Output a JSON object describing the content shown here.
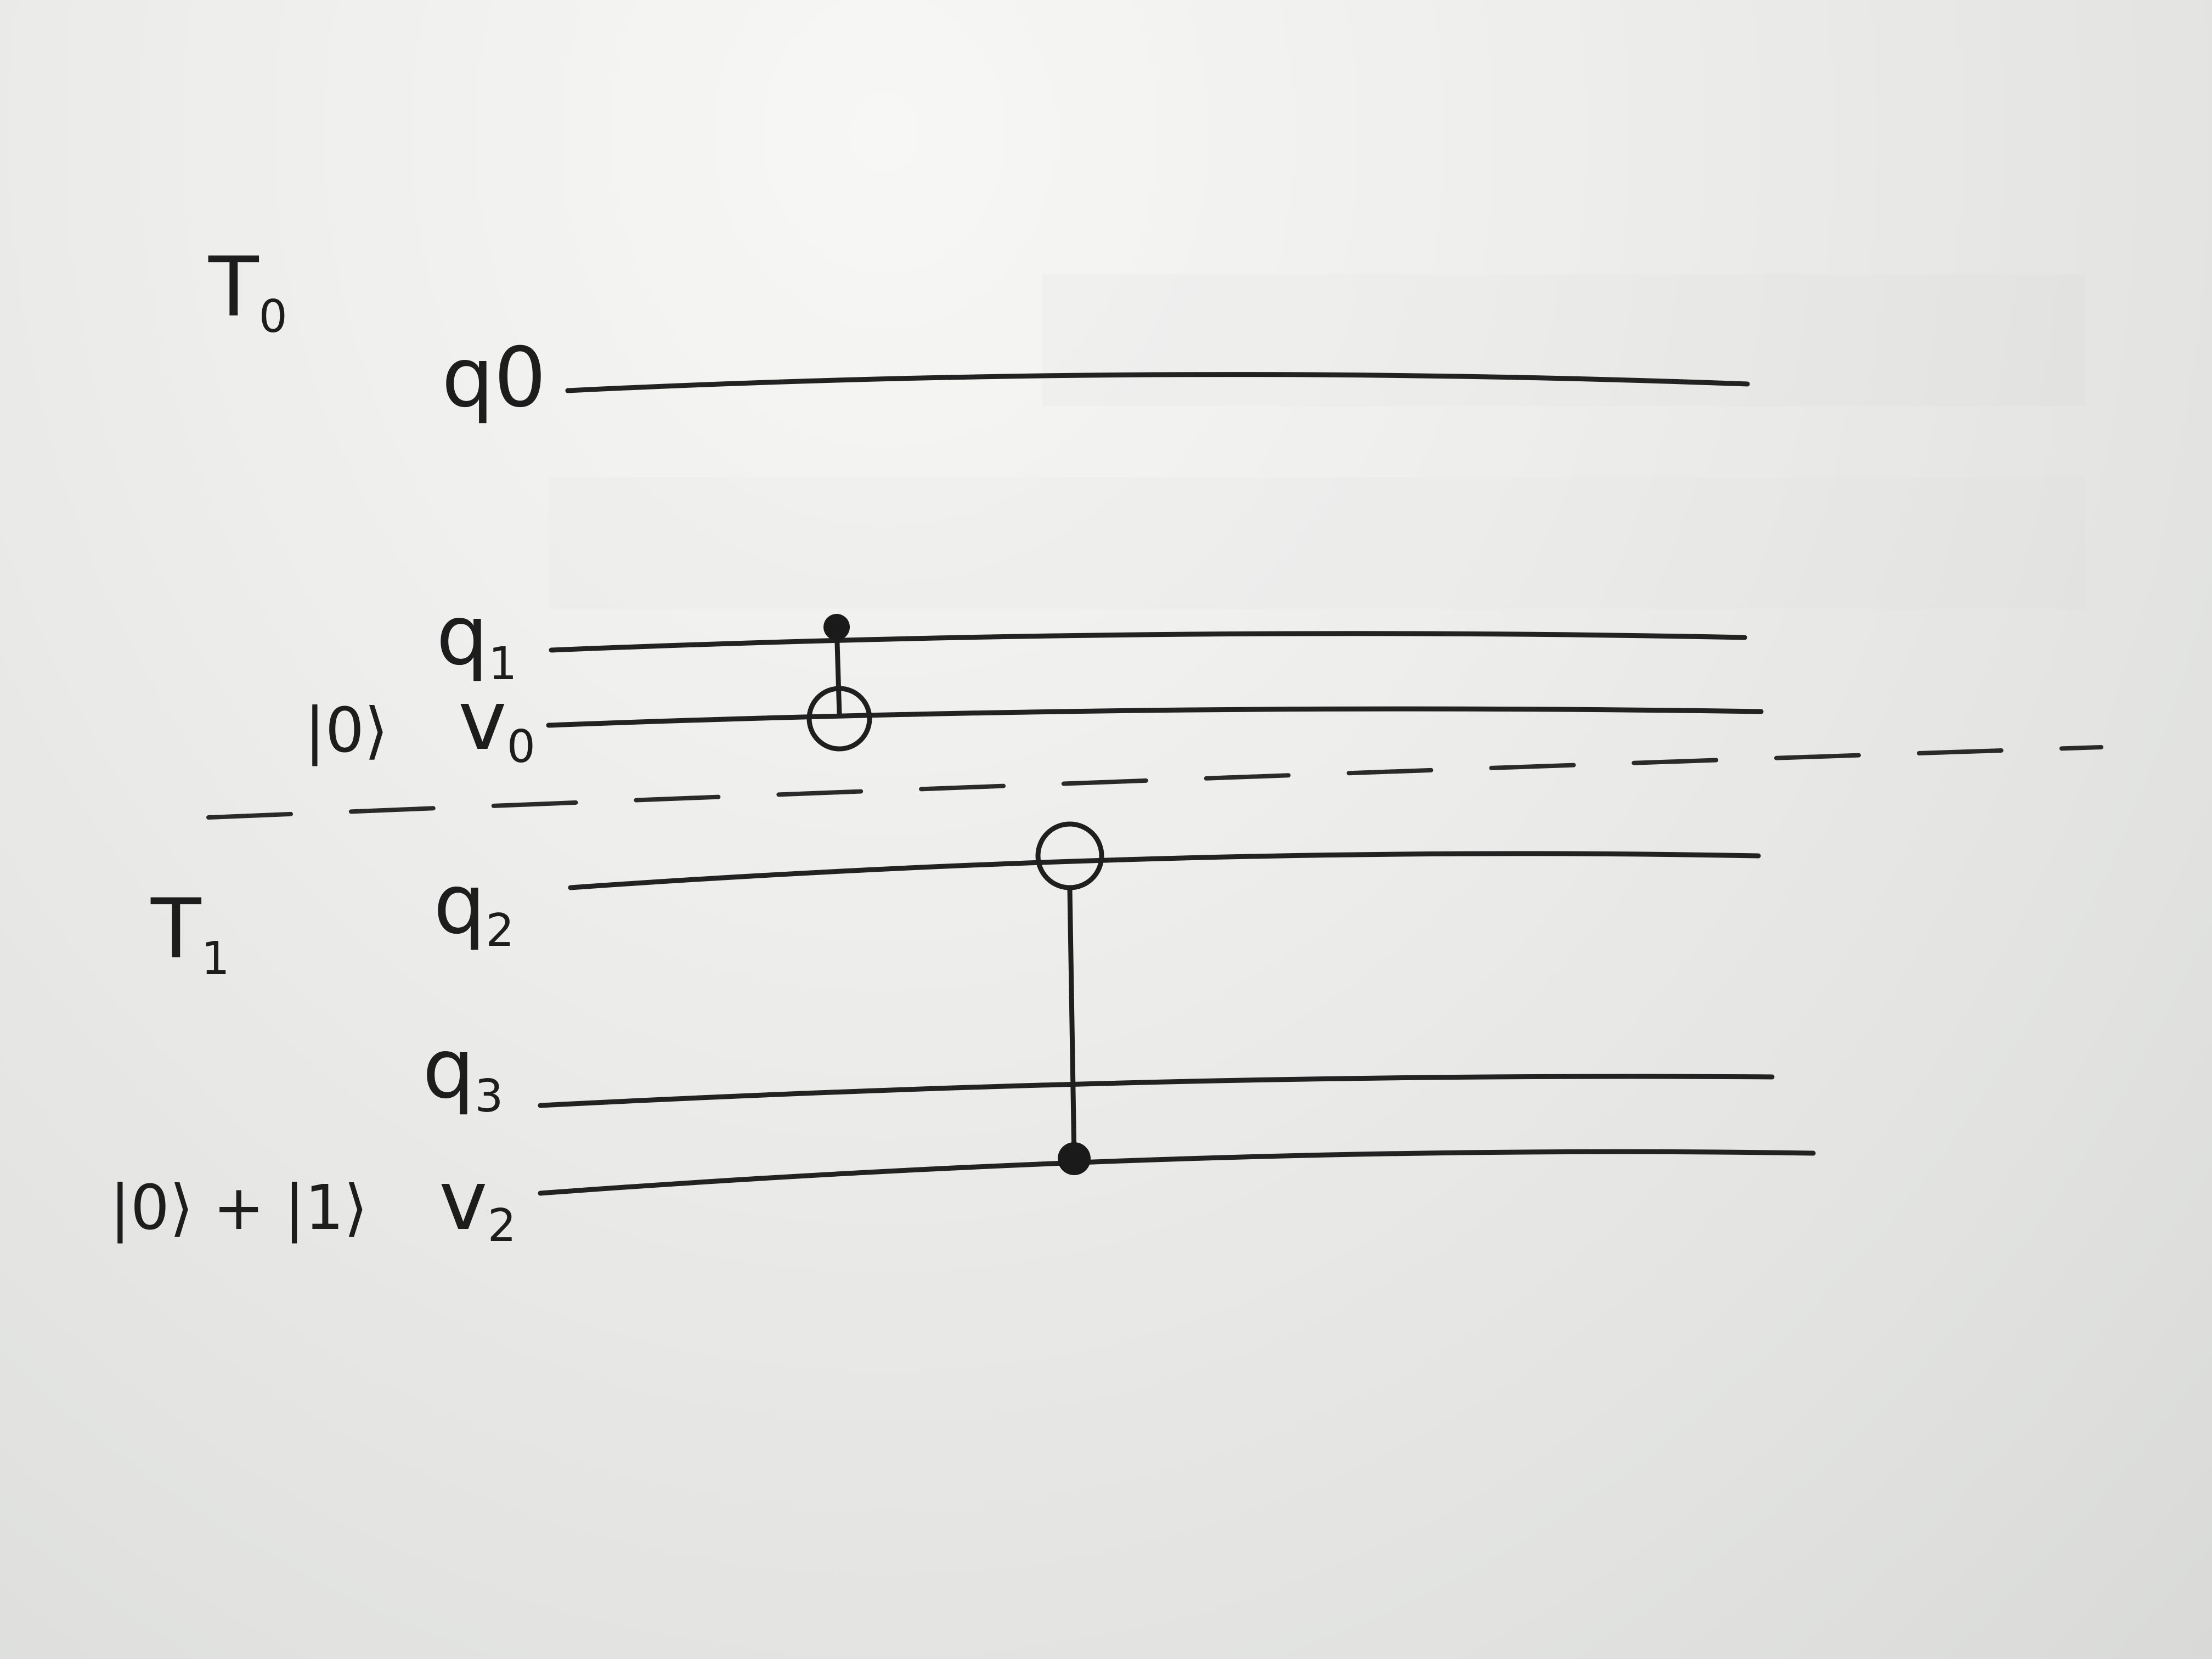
{
  "diagram": {
    "type": "quantum-circuit",
    "colors": {
      "paper": "#eeeeec",
      "ink": "#1d1d1d",
      "ghost_text": "#bfc0be"
    },
    "sections": [
      {
        "label": "T",
        "subscript": "0"
      },
      {
        "label": "T",
        "subscript": "1"
      }
    ],
    "qubits": [
      {
        "label": "q",
        "subscript": "0",
        "initial_state": ""
      },
      {
        "label": "q",
        "subscript": "1",
        "initial_state": ""
      },
      {
        "label": "v",
        "subscript": "0",
        "initial_state": "|0⟩"
      },
      {
        "label": "q",
        "subscript": "2",
        "initial_state": ""
      },
      {
        "label": "q",
        "subscript": "3",
        "initial_state": ""
      },
      {
        "label": "v",
        "subscript": "2",
        "initial_state": "|0⟩ + |1⟩"
      }
    ],
    "gates": [
      {
        "type": "CNOT",
        "control": "q1",
        "target": "v0"
      },
      {
        "type": "CNOT",
        "control": "v2",
        "target": "q2"
      }
    ]
  }
}
